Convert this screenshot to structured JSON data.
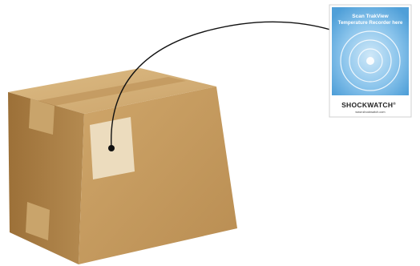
{
  "label_card": {
    "heading_line1": "Scan TrakView",
    "heading_line2": "Temperature Recorder here",
    "brand": "SHOCKWATCH",
    "trademark": "®",
    "url": "www.shockwatch.com"
  },
  "colors": {
    "box_front": "#c49a5f",
    "box_side": "#a87d45",
    "box_top": "#d6b37a",
    "tape": "#b8905a",
    "label_patch": "#ecdcbe",
    "card_blue": "#6fb4e4",
    "connector_line": "#111111"
  }
}
